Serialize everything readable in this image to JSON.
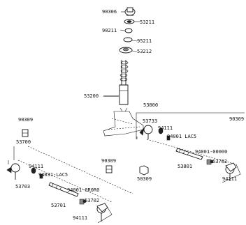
{
  "labels": {
    "p90306": "90306",
    "p53211": "53211",
    "p90211": "90211",
    "p95211": "95211",
    "p53212": "53212",
    "p53200": "53200",
    "p53800": "53800",
    "p90309_left": "90309",
    "p90309_right": "90309",
    "p90309_mid": "90309",
    "p50309": "50309",
    "p53700": "53700",
    "p53733": "53733",
    "p94111_r1": "94111",
    "p94001_lac5_r": "94001 LAC5",
    "p94001_00000": "94001-00000",
    "p53702_r": "53702",
    "p53801": "53801",
    "p94111_r2": "94111",
    "p94111_l1": "94111",
    "p94031_lac5": "94031-LAC5",
    "p53703": "53703",
    "p94001_0r0r0": "94001-0R0R0",
    "p53701": "53701",
    "p53702_l": "53702",
    "p94111_l2": "94111"
  }
}
